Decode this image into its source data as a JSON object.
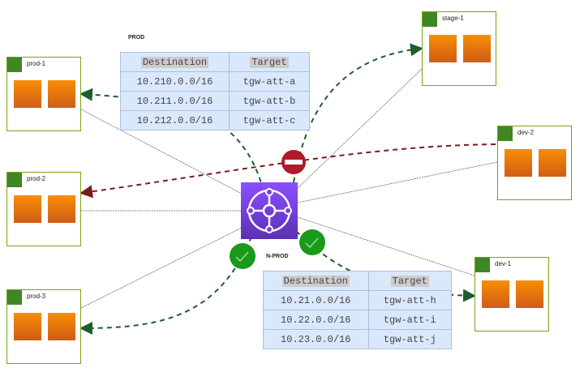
{
  "vpcs": {
    "prod1": "prod-1",
    "prod2": "prod-2",
    "prod3": "prod-3",
    "stage1": "stage-1",
    "dev2": "dev-2",
    "dev1": "dev-1"
  },
  "prod_table": {
    "label": "PROD",
    "headers": [
      "Destination",
      "Target"
    ],
    "rows": [
      [
        "10.210.0.0/16",
        "tgw-att-a"
      ],
      [
        "10.211.0.0/16",
        "tgw-att-b"
      ],
      [
        "10.212.0.0/16",
        "tgw-att-c"
      ]
    ]
  },
  "nprod_table": {
    "label": "N-PROD",
    "headers": [
      "Destination",
      "Target"
    ],
    "rows": [
      [
        "10.21.0.0/16",
        "tgw-att-h"
      ],
      [
        "10.22.0.0/16",
        "tgw-att-i"
      ],
      [
        "10.23.0.0/16",
        "tgw-att-j"
      ]
    ]
  },
  "colors": {
    "allowed": "#1e5e2e",
    "blocked": "#7a1a1a",
    "tgw": "#7b3fe4",
    "check": "#1a9a1a",
    "stop": "#b01a2a"
  },
  "icons": [
    "vpc-cloud-icon",
    "ec2-instances-icon",
    "transit-gateway-icon",
    "check-icon",
    "no-entry-icon"
  ]
}
